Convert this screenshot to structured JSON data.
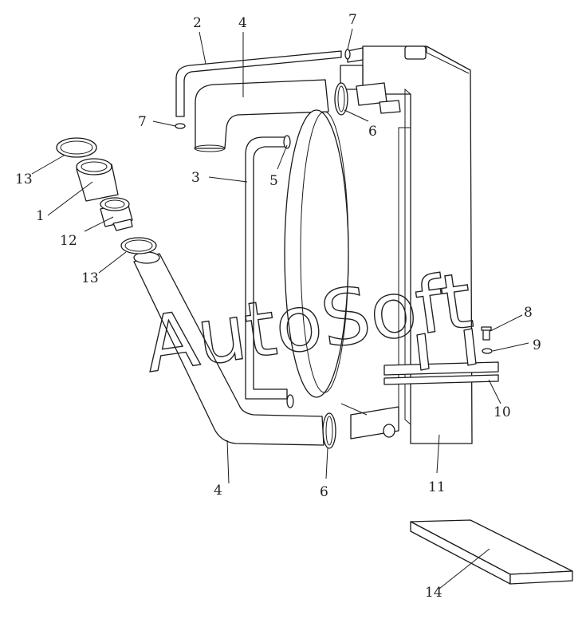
{
  "watermark": "AutoSoft",
  "callouts": [
    "1",
    "2",
    "3",
    "4",
    "4",
    "5",
    "6",
    "6",
    "7",
    "7",
    "8",
    "9",
    "10",
    "11",
    "12",
    "13",
    "13",
    "14"
  ]
}
